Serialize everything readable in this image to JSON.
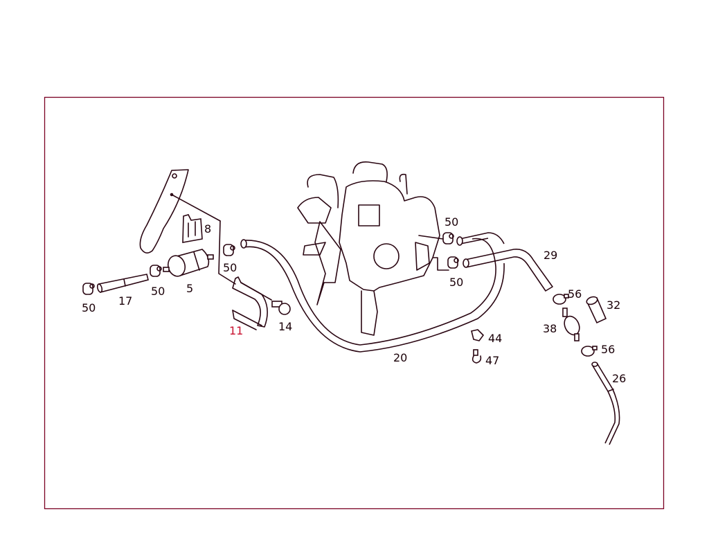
{
  "diagram": {
    "frame_color": "#7a0022",
    "line_color": "#2a0612",
    "accent_label_color": "#c8102e",
    "callouts": {
      "bracket_plate": "8",
      "clamp_filter_out": "50",
      "fuel_filter": "5",
      "clamp_filter_in": "50",
      "hose_short": "17",
      "clamp_hose_end": "50",
      "support_strap": "11",
      "bolt": "14",
      "fuel_line_long": "20",
      "clamp_carb_upper": "50",
      "clamp_carb_lower": "50",
      "return_hose": "29",
      "clamp_upper": "56",
      "sleeve": "32",
      "check_valve": "38",
      "clamp_lower": "56",
      "clip": "44",
      "clip_small": "47",
      "hose_lower": "26"
    }
  }
}
